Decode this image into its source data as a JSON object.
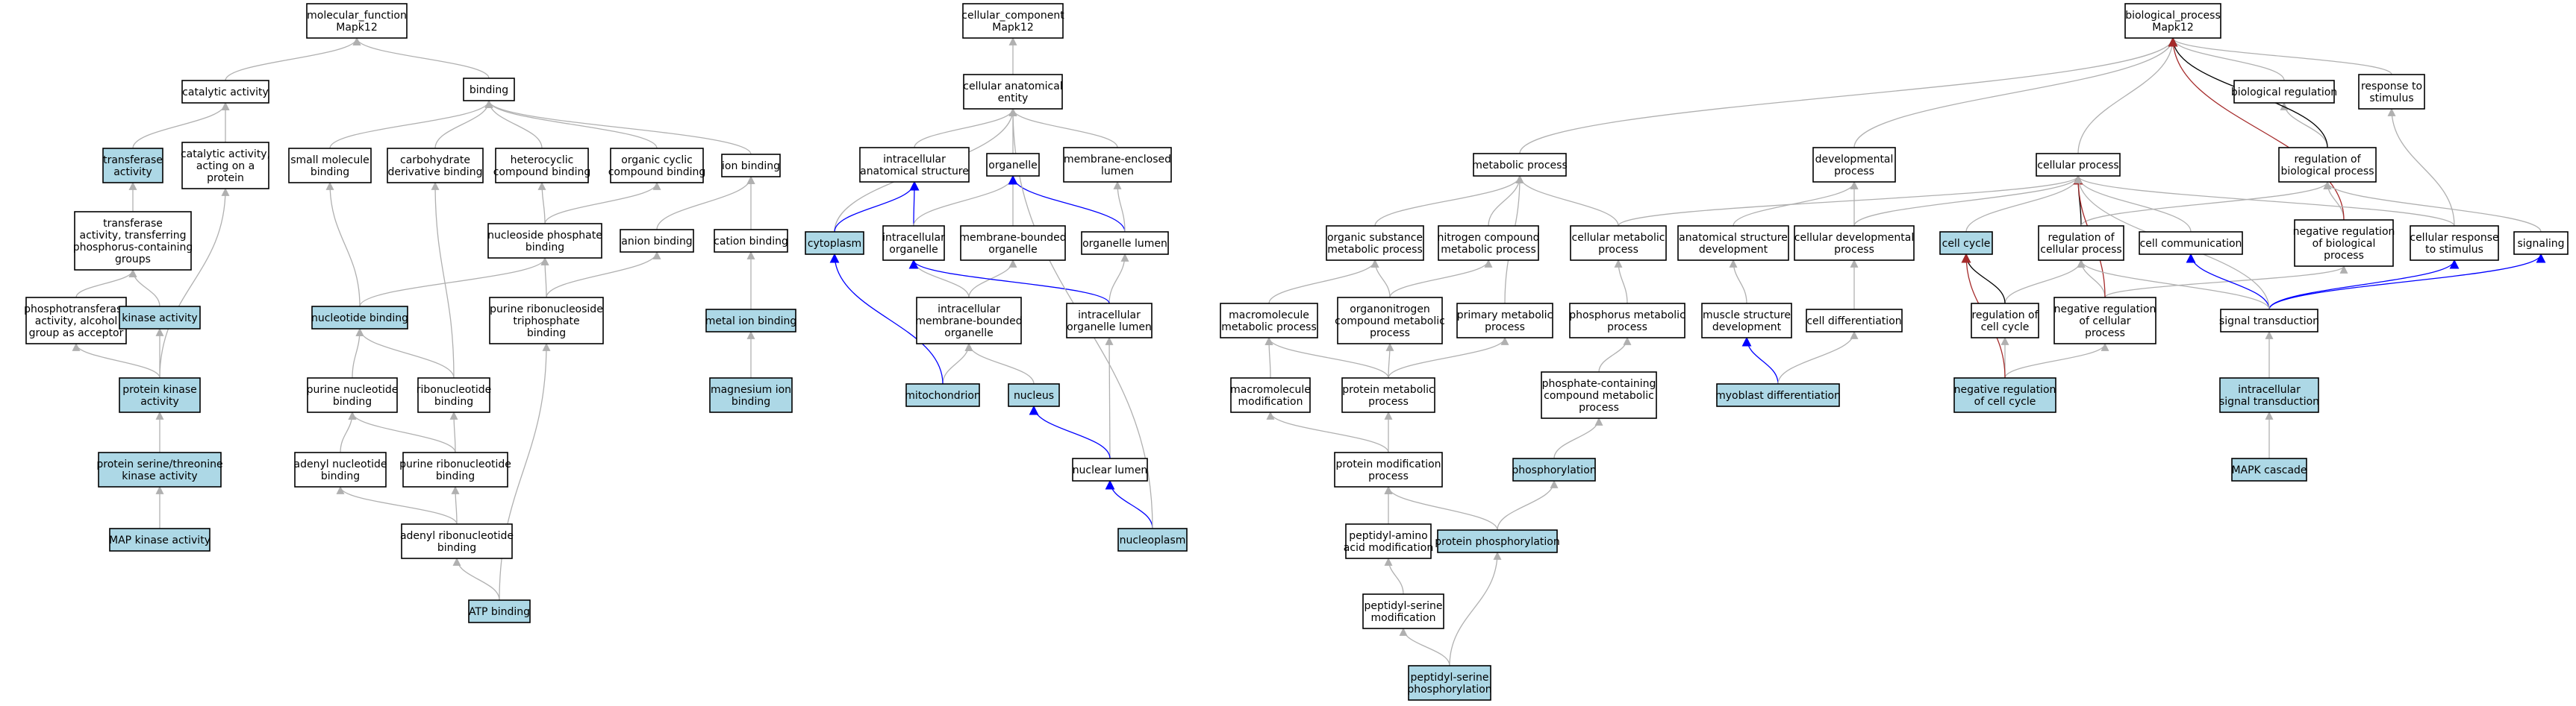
{
  "colors": {
    "highlight_fill": "#add8e6",
    "plain_fill": "#ffffff",
    "edge_gray": "#b0b0b0",
    "edge_blue": "#0000ff",
    "edge_red": "#a52a2a",
    "edge_black": "#000000"
  },
  "nodes": [
    {
      "id": "mf_root",
      "label": [
        "molecular_function",
        "Mapk12"
      ],
      "highlight": false
    },
    {
      "id": "catalytic",
      "label": [
        "catalytic activity"
      ],
      "highlight": false
    },
    {
      "id": "binding",
      "label": [
        "binding"
      ],
      "highlight": false
    },
    {
      "id": "transferase",
      "label": [
        "transferase",
        "activity"
      ],
      "highlight": true
    },
    {
      "id": "cat_protein",
      "label": [
        "catalytic activity,",
        "acting on a",
        "protein"
      ],
      "highlight": false
    },
    {
      "id": "small_mol",
      "label": [
        "small molecule",
        "binding"
      ],
      "highlight": false
    },
    {
      "id": "carb_deriv",
      "label": [
        "carbohydrate",
        "derivative binding"
      ],
      "highlight": false
    },
    {
      "id": "heterocyclic",
      "label": [
        "heterocyclic",
        "compound binding"
      ],
      "highlight": false
    },
    {
      "id": "organic_cyclic",
      "label": [
        "organic cyclic",
        "compound binding"
      ],
      "highlight": false
    },
    {
      "id": "ion_binding",
      "label": [
        "ion binding"
      ],
      "highlight": false
    },
    {
      "id": "transf_phos",
      "label": [
        "transferase",
        "activity, transferring",
        "phosphorus-containing",
        "groups"
      ],
      "highlight": false
    },
    {
      "id": "nucleoside_phos",
      "label": [
        "nucleoside phosphate",
        "binding"
      ],
      "highlight": false
    },
    {
      "id": "anion",
      "label": [
        "anion binding"
      ],
      "highlight": false
    },
    {
      "id": "cation",
      "label": [
        "cation binding"
      ],
      "highlight": false
    },
    {
      "id": "phosphotransferase",
      "label": [
        "phosphotransferase",
        "activity, alcohol",
        "group as acceptor"
      ],
      "highlight": false
    },
    {
      "id": "kinase",
      "label": [
        "kinase activity"
      ],
      "highlight": true
    },
    {
      "id": "nucleotide",
      "label": [
        "nucleotide binding"
      ],
      "highlight": true
    },
    {
      "id": "purine_rns_tri",
      "label": [
        "purine ribonucleoside",
        "triphosphate",
        "binding"
      ],
      "highlight": false
    },
    {
      "id": "metal_ion",
      "label": [
        "metal ion binding"
      ],
      "highlight": true
    },
    {
      "id": "protein_kinase",
      "label": [
        "protein kinase",
        "activity"
      ],
      "highlight": true
    },
    {
      "id": "purine_nt",
      "label": [
        "purine nucleotide",
        "binding"
      ],
      "highlight": false
    },
    {
      "id": "ribonucleotide",
      "label": [
        "ribonucleotide",
        "binding"
      ],
      "highlight": false
    },
    {
      "id": "magnesium",
      "label": [
        "magnesium ion",
        "binding"
      ],
      "highlight": true
    },
    {
      "id": "ser_thr_kinase",
      "label": [
        "protein serine/threonine",
        "kinase activity"
      ],
      "highlight": true
    },
    {
      "id": "adenyl_nt",
      "label": [
        "adenyl nucleotide",
        "binding"
      ],
      "highlight": false
    },
    {
      "id": "purine_rnt",
      "label": [
        "purine ribonucleotide",
        "binding"
      ],
      "highlight": false
    },
    {
      "id": "map_kinase",
      "label": [
        "MAP kinase activity"
      ],
      "highlight": true
    },
    {
      "id": "adenyl_rnt",
      "label": [
        "adenyl ribonucleotide",
        "binding"
      ],
      "highlight": false
    },
    {
      "id": "atp",
      "label": [
        "ATP binding"
      ],
      "highlight": true
    },
    {
      "id": "cc_root",
      "label": [
        "cellular_component",
        "Mapk12"
      ],
      "highlight": false
    },
    {
      "id": "cell_anat",
      "label": [
        "cellular anatomical",
        "entity"
      ],
      "highlight": false
    },
    {
      "id": "ic_anat",
      "label": [
        "intracellular",
        "anatomical structure"
      ],
      "highlight": false
    },
    {
      "id": "organelle",
      "label": [
        "organelle"
      ],
      "highlight": false
    },
    {
      "id": "membrane_lumen",
      "label": [
        "membrane-enclosed",
        "lumen"
      ],
      "highlight": false
    },
    {
      "id": "cytoplasm",
      "label": [
        "cytoplasm"
      ],
      "highlight": true
    },
    {
      "id": "ic_organelle",
      "label": [
        "intracellular",
        "organelle"
      ],
      "highlight": false
    },
    {
      "id": "mem_organelle",
      "label": [
        "membrane-bounded",
        "organelle"
      ],
      "highlight": false
    },
    {
      "id": "organelle_lumen",
      "label": [
        "organelle lumen"
      ],
      "highlight": false
    },
    {
      "id": "ic_mem_organelle",
      "label": [
        "intracellular",
        "membrane-bounded",
        "organelle"
      ],
      "highlight": false
    },
    {
      "id": "ic_organelle_lumen",
      "label": [
        "intracellular",
        "organelle lumen"
      ],
      "highlight": false
    },
    {
      "id": "mitochondrion",
      "label": [
        "mitochondrion"
      ],
      "highlight": true
    },
    {
      "id": "nucleus",
      "label": [
        "nucleus"
      ],
      "highlight": true
    },
    {
      "id": "nuclear_lumen",
      "label": [
        "nuclear lumen"
      ],
      "highlight": false
    },
    {
      "id": "nucleoplasm",
      "label": [
        "nucleoplasm"
      ],
      "highlight": true
    },
    {
      "id": "bp_root",
      "label": [
        "biological_process",
        "Mapk12"
      ],
      "highlight": false
    },
    {
      "id": "bio_reg",
      "label": [
        "biological regulation"
      ],
      "highlight": false
    },
    {
      "id": "resp_stim",
      "label": [
        "response to",
        "stimulus"
      ],
      "highlight": false
    },
    {
      "id": "metabolic",
      "label": [
        "metabolic process"
      ],
      "highlight": false
    },
    {
      "id": "developmental",
      "label": [
        "developmental",
        "process"
      ],
      "highlight": false
    },
    {
      "id": "cellular_proc",
      "label": [
        "cellular process"
      ],
      "highlight": false
    },
    {
      "id": "reg_bio",
      "label": [
        "regulation of",
        "biological process"
      ],
      "highlight": false
    },
    {
      "id": "org_subst",
      "label": [
        "organic substance",
        "metabolic process"
      ],
      "highlight": false
    },
    {
      "id": "nitrogen",
      "label": [
        "nitrogen compound",
        "metabolic process"
      ],
      "highlight": false
    },
    {
      "id": "cell_metab",
      "label": [
        "cellular metabolic",
        "process"
      ],
      "highlight": false
    },
    {
      "id": "anat_dev",
      "label": [
        "anatomical structure",
        "development"
      ],
      "highlight": false
    },
    {
      "id": "cell_dev",
      "label": [
        "cellular developmental",
        "process"
      ],
      "highlight": false
    },
    {
      "id": "cell_cycle",
      "label": [
        "cell cycle"
      ],
      "highlight": true
    },
    {
      "id": "reg_cell_proc",
      "label": [
        "regulation of",
        "cellular process"
      ],
      "highlight": false
    },
    {
      "id": "cell_comm",
      "label": [
        "cell communication"
      ],
      "highlight": false
    },
    {
      "id": "neg_reg_bio",
      "label": [
        "negative regulation",
        "of biological",
        "process"
      ],
      "highlight": false
    },
    {
      "id": "cell_resp",
      "label": [
        "cellular response",
        "to stimulus"
      ],
      "highlight": false
    },
    {
      "id": "signaling",
      "label": [
        "signaling"
      ],
      "highlight": false
    },
    {
      "id": "macromol_metab",
      "label": [
        "macromolecule",
        "metabolic process"
      ],
      "highlight": false
    },
    {
      "id": "organonitrogen",
      "label": [
        "organonitrogen",
        "compound metabolic",
        "process"
      ],
      "highlight": false
    },
    {
      "id": "primary_metab",
      "label": [
        "primary metabolic",
        "process"
      ],
      "highlight": false
    },
    {
      "id": "phosphorus_metab",
      "label": [
        "phosphorus metabolic",
        "process"
      ],
      "highlight": false
    },
    {
      "id": "muscle_dev",
      "label": [
        "muscle structure",
        "development"
      ],
      "highlight": false
    },
    {
      "id": "cell_diff",
      "label": [
        "cell differentiation"
      ],
      "highlight": false
    },
    {
      "id": "reg_cell_cycle",
      "label": [
        "regulation of",
        "cell cycle"
      ],
      "highlight": false
    },
    {
      "id": "neg_reg_cell",
      "label": [
        "negative regulation",
        "of cellular",
        "process"
      ],
      "highlight": false
    },
    {
      "id": "signal_trans",
      "label": [
        "signal transduction"
      ],
      "highlight": false
    },
    {
      "id": "macromol_mod",
      "label": [
        "macromolecule",
        "modification"
      ],
      "highlight": false
    },
    {
      "id": "protein_metab",
      "label": [
        "protein metabolic",
        "process"
      ],
      "highlight": false
    },
    {
      "id": "phosphate_metab",
      "label": [
        "phosphate-containing",
        "compound metabolic",
        "process"
      ],
      "highlight": false
    },
    {
      "id": "myoblast",
      "label": [
        "myoblast differentiation"
      ],
      "highlight": true
    },
    {
      "id": "neg_reg_cell_cycle",
      "label": [
        "negative regulation",
        "of cell cycle"
      ],
      "highlight": true
    },
    {
      "id": "ic_signal",
      "label": [
        "intracellular",
        "signal transduction"
      ],
      "highlight": true
    },
    {
      "id": "protein_mod",
      "label": [
        "protein modification",
        "process"
      ],
      "highlight": false
    },
    {
      "id": "phosphorylation",
      "label": [
        "phosphorylation"
      ],
      "highlight": true
    },
    {
      "id": "mapk_cascade",
      "label": [
        "MAPK cascade"
      ],
      "highlight": true
    },
    {
      "id": "peptidyl_aa",
      "label": [
        "peptidyl-amino",
        "acid modification"
      ],
      "highlight": false
    },
    {
      "id": "protein_phos",
      "label": [
        "protein phosphorylation"
      ],
      "highlight": true
    },
    {
      "id": "peptidyl_ser",
      "label": [
        "peptidyl-serine",
        "modification"
      ],
      "highlight": false
    },
    {
      "id": "peptidyl_ser_phos",
      "label": [
        "peptidyl-serine",
        "phosphorylation"
      ],
      "highlight": true
    }
  ],
  "edges": [
    [
      "catalytic",
      "mf_root",
      "gray"
    ],
    [
      "binding",
      "mf_root",
      "gray"
    ],
    [
      "transferase",
      "catalytic",
      "gray"
    ],
    [
      "cat_protein",
      "catalytic",
      "gray"
    ],
    [
      "small_mol",
      "binding",
      "gray"
    ],
    [
      "carb_deriv",
      "binding",
      "gray"
    ],
    [
      "heterocyclic",
      "binding",
      "gray"
    ],
    [
      "organic_cyclic",
      "binding",
      "gray"
    ],
    [
      "ion_binding",
      "binding",
      "gray"
    ],
    [
      "transf_phos",
      "transferase",
      "gray"
    ],
    [
      "nucleoside_phos",
      "heterocyclic",
      "gray"
    ],
    [
      "nucleoside_phos",
      "organic_cyclic",
      "gray"
    ],
    [
      "anion",
      "ion_binding",
      "gray"
    ],
    [
      "cation",
      "ion_binding",
      "gray"
    ],
    [
      "phosphotransferase",
      "transf_phos",
      "gray"
    ],
    [
      "kinase",
      "transf_phos",
      "gray"
    ],
    [
      "nucleotide",
      "small_mol",
      "gray"
    ],
    [
      "nucleotide",
      "nucleoside_phos",
      "gray"
    ],
    [
      "purine_rns_tri",
      "nucleoside_phos",
      "gray"
    ],
    [
      "purine_rns_tri",
      "anion",
      "gray"
    ],
    [
      "metal_ion",
      "cation",
      "gray"
    ],
    [
      "protein_kinase",
      "phosphotransferase",
      "gray"
    ],
    [
      "protein_kinase",
      "kinase",
      "gray"
    ],
    [
      "protein_kinase",
      "cat_protein",
      "gray"
    ],
    [
      "purine_nt",
      "nucleotide",
      "gray"
    ],
    [
      "ribonucleotide",
      "nucleotide",
      "gray"
    ],
    [
      "ribonucleotide",
      "carb_deriv",
      "gray"
    ],
    [
      "magnesium",
      "metal_ion",
      "gray"
    ],
    [
      "ser_thr_kinase",
      "protein_kinase",
      "gray"
    ],
    [
      "adenyl_nt",
      "purine_nt",
      "gray"
    ],
    [
      "purine_rnt",
      "purine_nt",
      "gray"
    ],
    [
      "purine_rnt",
      "ribonucleotide",
      "gray"
    ],
    [
      "map_kinase",
      "ser_thr_kinase",
      "gray"
    ],
    [
      "adenyl_rnt",
      "adenyl_nt",
      "gray"
    ],
    [
      "adenyl_rnt",
      "purine_rnt",
      "gray"
    ],
    [
      "atp",
      "adenyl_rnt",
      "gray"
    ],
    [
      "atp",
      "purine_rns_tri",
      "gray"
    ],
    [
      "cell_anat",
      "cc_root",
      "gray"
    ],
    [
      "ic_anat",
      "cell_anat",
      "gray"
    ],
    [
      "organelle",
      "cell_anat",
      "gray"
    ],
    [
      "membrane_lumen",
      "cell_anat",
      "gray"
    ],
    [
      "cytoplasm",
      "cell_anat",
      "gray"
    ],
    [
      "cytoplasm",
      "ic_anat",
      "blue"
    ],
    [
      "ic_organelle",
      "ic_anat",
      "blue"
    ],
    [
      "ic_organelle",
      "organelle",
      "gray"
    ],
    [
      "mem_organelle",
      "organelle",
      "gray"
    ],
    [
      "organelle_lumen",
      "organelle",
      "blue"
    ],
    [
      "organelle_lumen",
      "membrane_lumen",
      "gray"
    ],
    [
      "ic_mem_organelle",
      "ic_organelle",
      "gray"
    ],
    [
      "ic_mem_organelle",
      "mem_organelle",
      "gray"
    ],
    [
      "ic_organelle_lumen",
      "organelle_lumen",
      "gray"
    ],
    [
      "ic_organelle_lumen",
      "ic_organelle",
      "blue"
    ],
    [
      "mitochondrion",
      "ic_mem_organelle",
      "gray"
    ],
    [
      "mitochondrion",
      "cytoplasm",
      "blue"
    ],
    [
      "nucleus",
      "ic_mem_organelle",
      "gray"
    ],
    [
      "nuclear_lumen",
      "ic_organelle_lumen",
      "gray"
    ],
    [
      "nuclear_lumen",
      "nucleus",
      "blue"
    ],
    [
      "nucleoplasm",
      "nuclear_lumen",
      "blue"
    ],
    [
      "nucleoplasm",
      "cell_anat",
      "gray"
    ],
    [
      "metabolic",
      "bp_root",
      "gray"
    ],
    [
      "developmental",
      "bp_root",
      "gray"
    ],
    [
      "cellular_proc",
      "bp_root",
      "gray"
    ],
    [
      "bio_reg",
      "bp_root",
      "gray"
    ],
    [
      "resp_stim",
      "bp_root",
      "gray"
    ],
    [
      "reg_bio",
      "bio_reg",
      "gray"
    ],
    [
      "reg_bio",
      "bp_root",
      "black"
    ],
    [
      "org_subst",
      "metabolic",
      "gray"
    ],
    [
      "nitrogen",
      "metabolic",
      "gray"
    ],
    [
      "cell_metab",
      "metabolic",
      "gray"
    ],
    [
      "cell_metab",
      "cellular_proc",
      "gray"
    ],
    [
      "anat_dev",
      "developmental",
      "gray"
    ],
    [
      "cell_dev",
      "developmental",
      "gray"
    ],
    [
      "cell_dev",
      "cellular_proc",
      "gray"
    ],
    [
      "cell_cycle",
      "cellular_proc",
      "gray"
    ],
    [
      "reg_cell_proc",
      "cellular_proc",
      "black"
    ],
    [
      "reg_cell_proc",
      "reg_bio",
      "gray"
    ],
    [
      "cell_comm",
      "cellular_proc",
      "gray"
    ],
    [
      "neg_reg_bio",
      "reg_bio",
      "gray"
    ],
    [
      "neg_reg_bio",
      "bp_root",
      "red"
    ],
    [
      "cell_resp",
      "cellular_proc",
      "gray"
    ],
    [
      "cell_resp",
      "resp_stim",
      "gray"
    ],
    [
      "signaling",
      "reg_bio",
      "gray"
    ],
    [
      "macromol_metab",
      "org_subst",
      "gray"
    ],
    [
      "organonitrogen",
      "nitrogen",
      "gray"
    ],
    [
      "organonitrogen",
      "org_subst",
      "gray"
    ],
    [
      "primary_metab",
      "metabolic",
      "gray"
    ],
    [
      "phosphorus_metab",
      "cell_metab",
      "gray"
    ],
    [
      "muscle_dev",
      "anat_dev",
      "gray"
    ],
    [
      "cell_diff",
      "cell_dev",
      "gray"
    ],
    [
      "reg_cell_cycle",
      "reg_cell_proc",
      "gray"
    ],
    [
      "reg_cell_cycle",
      "cell_cycle",
      "black"
    ],
    [
      "neg_reg_cell",
      "reg_cell_proc",
      "gray"
    ],
    [
      "neg_reg_cell",
      "neg_reg_bio",
      "gray"
    ],
    [
      "neg_reg_cell",
      "cellular_proc",
      "red"
    ],
    [
      "signal_trans",
      "cell_comm",
      "blue"
    ],
    [
      "signal_trans",
      "cell_resp",
      "blue"
    ],
    [
      "signal_trans",
      "signaling",
      "blue"
    ],
    [
      "signal_trans",
      "reg_cell_proc",
      "gray"
    ],
    [
      "signal_trans",
      "cellular_proc",
      "gray"
    ],
    [
      "macromol_mod",
      "macromol_metab",
      "gray"
    ],
    [
      "protein_metab",
      "organonitrogen",
      "gray"
    ],
    [
      "protein_metab",
      "primary_metab",
      "gray"
    ],
    [
      "protein_metab",
      "macromol_metab",
      "gray"
    ],
    [
      "phosphate_metab",
      "phosphorus_metab",
      "gray"
    ],
    [
      "myoblast",
      "muscle_dev",
      "blue"
    ],
    [
      "myoblast",
      "cell_diff",
      "gray"
    ],
    [
      "neg_reg_cell_cycle",
      "reg_cell_cycle",
      "gray"
    ],
    [
      "neg_reg_cell_cycle",
      "neg_reg_cell",
      "gray"
    ],
    [
      "neg_reg_cell_cycle",
      "cell_cycle",
      "red"
    ],
    [
      "ic_signal",
      "signal_trans",
      "gray"
    ],
    [
      "protein_mod",
      "macromol_mod",
      "gray"
    ],
    [
      "protein_mod",
      "protein_metab",
      "gray"
    ],
    [
      "phosphorylation",
      "phosphate_metab",
      "gray"
    ],
    [
      "mapk_cascade",
      "ic_signal",
      "gray"
    ],
    [
      "peptidyl_aa",
      "protein_mod",
      "gray"
    ],
    [
      "protein_phos",
      "protein_mod",
      "gray"
    ],
    [
      "protein_phos",
      "phosphorylation",
      "gray"
    ],
    [
      "peptidyl_ser",
      "peptidyl_aa",
      "gray"
    ],
    [
      "peptidyl_ser_phos",
      "peptidyl_ser",
      "gray"
    ],
    [
      "peptidyl_ser_phos",
      "protein_phos",
      "gray"
    ]
  ]
}
